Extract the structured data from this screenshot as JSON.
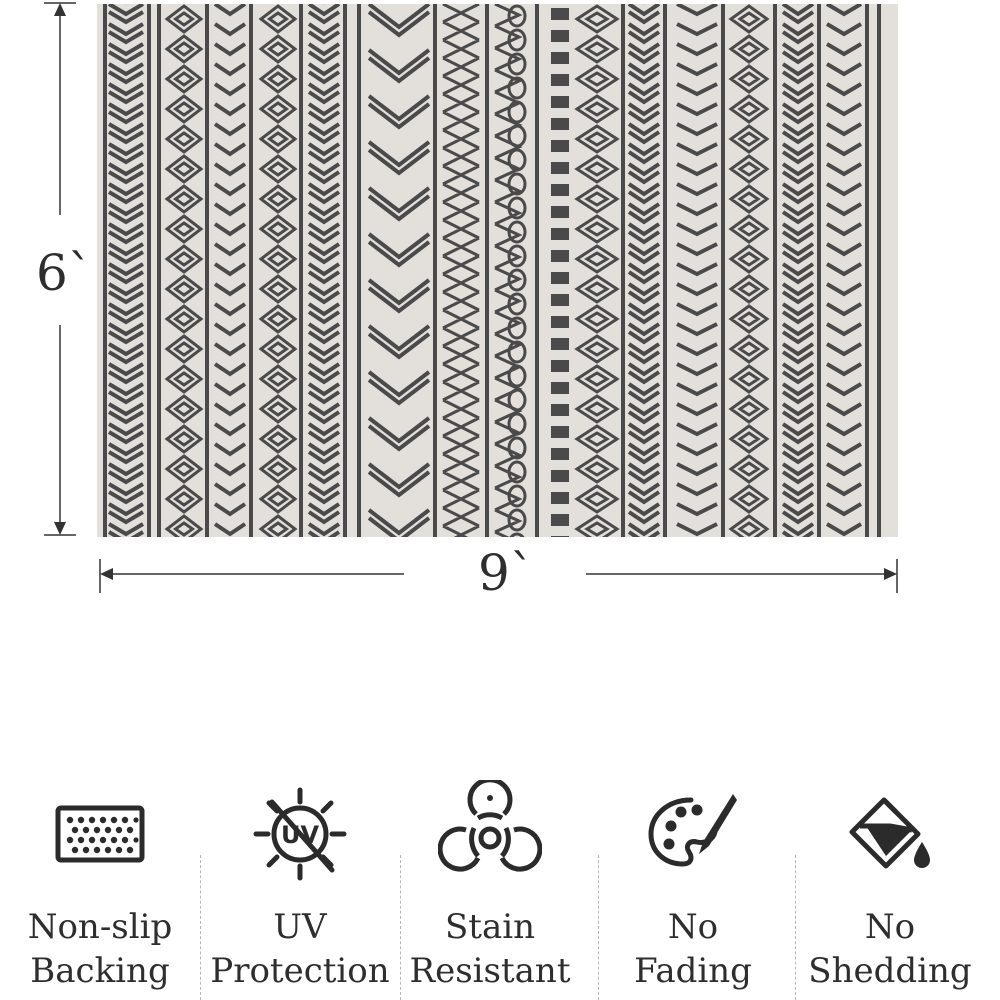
{
  "dimensions": {
    "height_label": "6`",
    "width_label": "9`"
  },
  "colors": {
    "rug_background": "#e3e0db",
    "rug_pattern": "#4a4a4a",
    "text": "#2e2e2e",
    "icon": "#2b2b2b"
  },
  "features": [
    {
      "icon": "non-slip-grid-icon",
      "line1": "Non-slip",
      "line2": "Backing"
    },
    {
      "icon": "uv-protection-icon",
      "line1": "UV",
      "line2": "Protection"
    },
    {
      "icon": "biohazard-icon",
      "line1": "Stain",
      "line2": "Resistant"
    },
    {
      "icon": "palette-icon",
      "line1": "No",
      "line2": "Fading"
    },
    {
      "icon": "paint-bucket-icon",
      "line1": "No",
      "line2": "Shedding"
    }
  ]
}
